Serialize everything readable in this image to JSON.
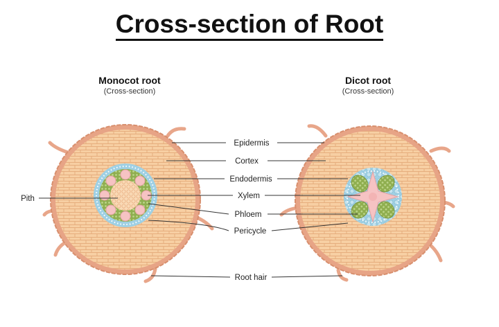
{
  "title": "Cross-section of Root",
  "monocot": {
    "name": "Monocot root",
    "sub": "(Cross-section)"
  },
  "dicot": {
    "name": "Dicot root",
    "sub": "(Cross-section)"
  },
  "labels": {
    "epidermis": "Epidermis",
    "cortex": "Cortex",
    "endodermis": "Endodermis",
    "xylem": "Xylem",
    "phloem": "Phloem",
    "pericycle": "Pericycle",
    "pith": "Pith",
    "root_hair": "Root hair"
  },
  "colors": {
    "epidermis": "#e7a486",
    "cortex": "#f7cfa3",
    "cortex_line": "#e6ad7d",
    "pericycle": "#9fd0e4",
    "endodermis_dot": "#ffffff",
    "phloem": "#8fae4f",
    "xylem": "#f6c3c3",
    "hair": "#e8a68a"
  }
}
